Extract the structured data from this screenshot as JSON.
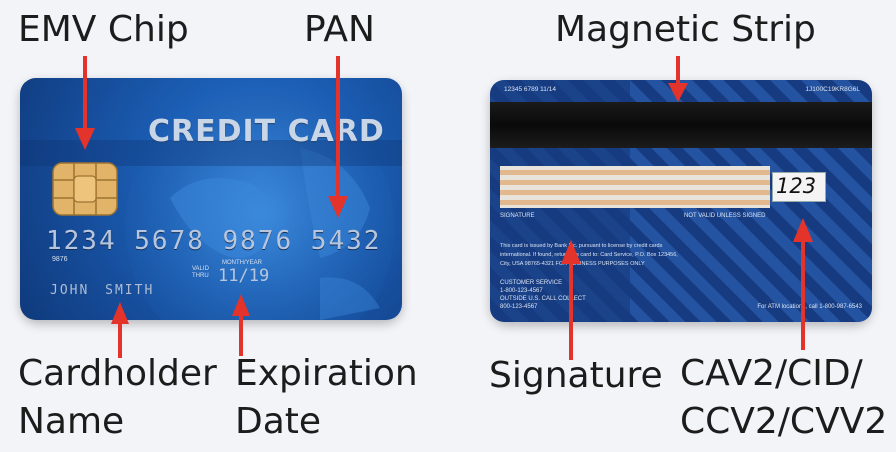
{
  "labels": {
    "emv_chip": "EMV Chip",
    "pan": "PAN",
    "magnetic_strip": "Magnetic Strip",
    "cardholder_line1": "Cardholder",
    "cardholder_line2": "Name",
    "expiration_line1": "Expiration",
    "expiration_line2": "Date",
    "signature": "Signature",
    "cvv_line1": "CAV2/CID/",
    "cvv_line2": "CCV2/CVV2"
  },
  "front_card": {
    "title": "CREDIT CARD",
    "number": "1234 5678 9876 5432",
    "small_number": "9876",
    "valid_thru": "VALID THRU",
    "month_year": "MONTH/YEAR",
    "expiry": "11/19",
    "holder": "JOHN SMITH"
  },
  "back_card": {
    "top_left_code": "12345 6789 11/14",
    "top_right_code": "1J100C19KR8G6L",
    "signature_label": "SIGNATURE",
    "not_valid": "NOT VALID UNLESS SIGNED",
    "cvv": "123",
    "fine_print_1": "This card is issued by Bank Inc. pursuant to license by credit cards",
    "fine_print_2": "international. If found, return this card to: Card Service, P.O. Box 123456,",
    "fine_print_3": "City, USA 98765-4321 FOR BUSINESS PURPOSES ONLY",
    "service_1": "CUSTOMER SERVICE",
    "service_2": "1-800-123-4567",
    "service_3": "OUTSIDE U.S. CALL COLLECT",
    "service_4": "800-123-4567",
    "atm_note": "For ATM locations, call 1-800-987-6543"
  },
  "colors": {
    "arrow": "#e3332b",
    "label_text": "#1c1c1c",
    "background": "#f3f4f8"
  }
}
